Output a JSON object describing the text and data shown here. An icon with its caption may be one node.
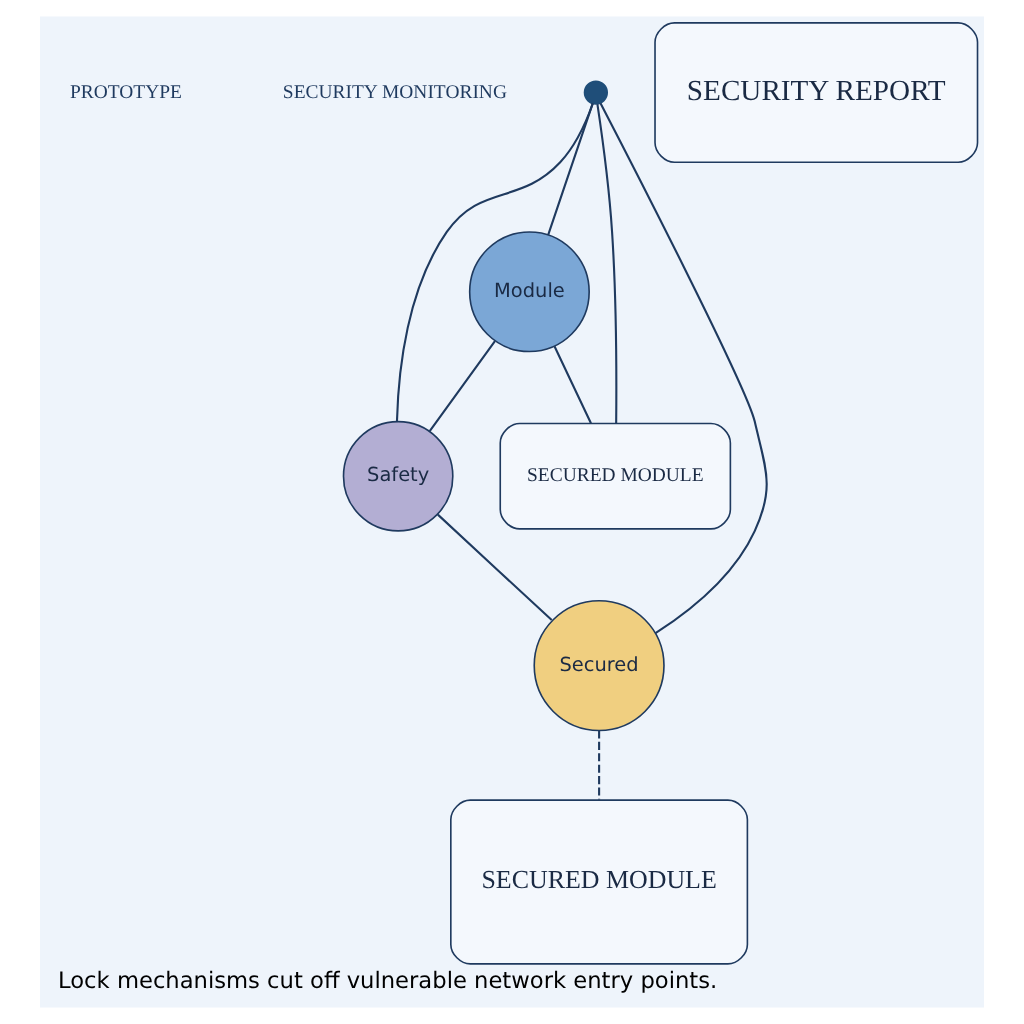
{
  "diagram": {
    "caption": "Lock mechanisms cut off vulnerable network entry points.",
    "nodes": [
      {
        "text": [],
        "shape": "circle"
      },
      {
        "text": [
          "Module"
        ]
      },
      {
        "text": [
          "Safety"
        ]
      },
      {
        "text": [
          "Secured"
        ]
      },
      {
        "text": [
          "SECURED MODULE"
        ]
      },
      {
        "text": [
          "SECURITY REPORT"
        ]
      },
      {
        "text": [
          "SECURED MODULE"
        ]
      }
    ],
    "edges": [
      {
        "from": 0,
        "to": 1,
        "arrow": "none"
      },
      {
        "from": 0,
        "to": 2,
        "arrow": "none"
      },
      {
        "from": 0,
        "to": 3,
        "arrow": "none"
      },
      {
        "from": 0,
        "to": 4,
        "arrow": "none"
      },
      {
        "from": 1,
        "to": 2,
        "arrow": "none"
      },
      {
        "from": 1,
        "to": 4,
        "arrow": "none"
      },
      {
        "from": 2,
        "to": 3,
        "arrow": "none"
      },
      {
        "from": 3,
        "to": 6,
        "arrow": "none",
        "style": "dashed"
      }
    ],
    "labels": [
      "PROTOTYPE",
      "SECURITY MONITORING"
    ]
  }
}
